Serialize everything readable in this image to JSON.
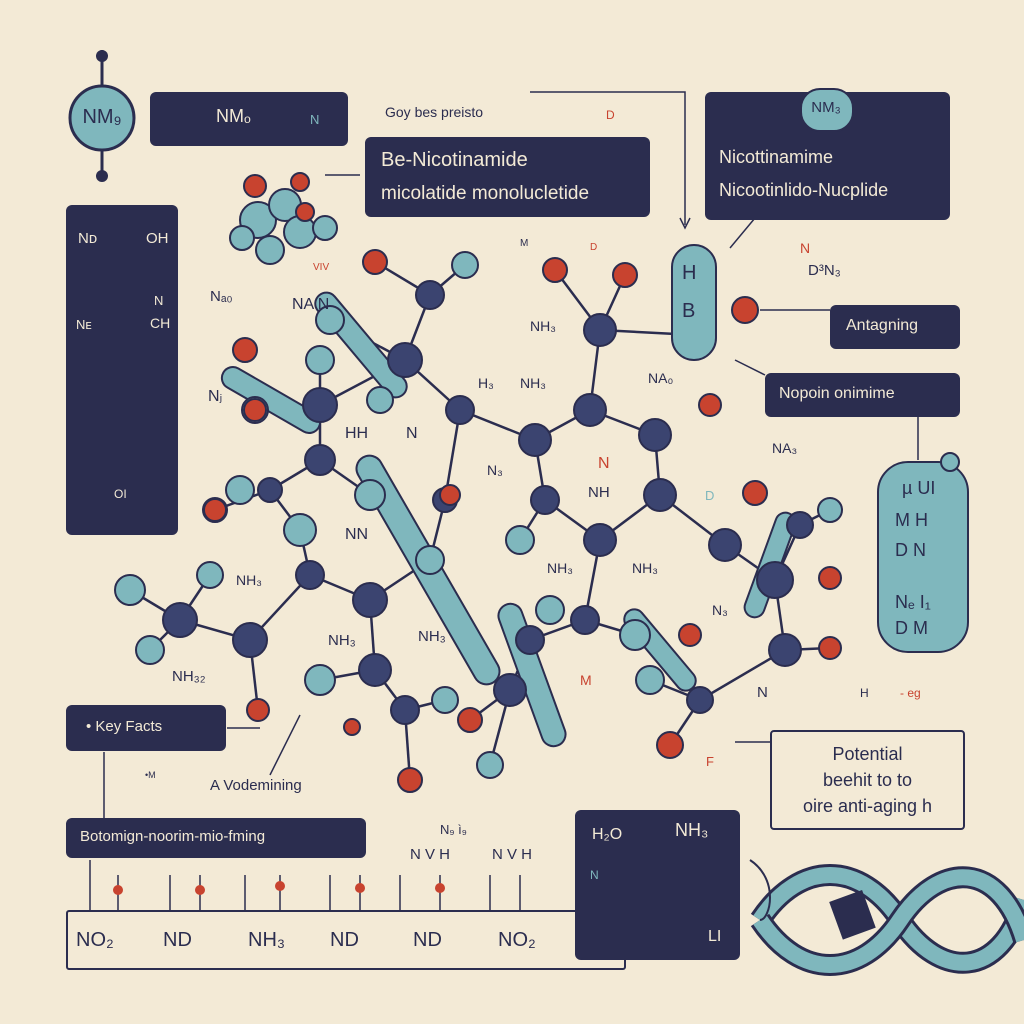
{
  "colors": {
    "background": "#f3ead6",
    "navy": "#2b2d4f",
    "teal_atom": "#7fb7bd",
    "red_atom": "#c8432f",
    "cream_text": "#f3ead6"
  },
  "top_left": {
    "circle_label": "NM₉",
    "box_label": "NMₒ",
    "small_n": "N"
  },
  "header": {
    "small_title": "Goy bes preisto",
    "small_d": "D"
  },
  "title_box": {
    "line1": "Be-Nicotinamide",
    "line2": "micolatide monolucletide"
  },
  "right_box": {
    "line1": "Nicottinamime",
    "line2": "Nicootinlido-Nucplide",
    "circle_label": "NM₃"
  },
  "left_structure_box": {
    "top_left": "Nᴅ",
    "top_right": "OH",
    "mid_right": "N",
    "left": "Nᴇ",
    "right": "CH",
    "bottom": "OI"
  },
  "side_labels": {
    "antagning": "Antagning",
    "nopoin": "Nopoin onimime",
    "key_facts": "• Key Facts",
    "a_vodemining": "A Vodemining",
    "potential_1": "Potential",
    "potential_2": "beehit to to",
    "potential_3": "oire anti-aging h",
    "botomign": "Botomign-noorim-mio-fming"
  },
  "pill": {
    "row1": "µ UI",
    "row2": "M H",
    "row3": "D N",
    "row4": "Nₑ I₁",
    "row5": "D M"
  },
  "bottom_bar": {
    "labels": [
      "NO₂",
      "ND",
      "NH₃",
      "ND",
      "ND",
      "NO₂"
    ]
  },
  "bottom_right_box": {
    "top_left": "H₂O",
    "top_right": "NH₃",
    "right": "LI"
  },
  "misc_labels": {
    "n_nu": "Nₐ₀",
    "nan": "NA N",
    "vv": "VIV",
    "m1": "M",
    "d_mid": "D",
    "nh3_a": "NH₃",
    "nh3_b": "NH₃",
    "h3": "H₃",
    "hh": "HH",
    "n_bar": "N",
    "nb": "N₃",
    "nj": "Nⱼ",
    "nh": "NH",
    "n_red": "N",
    "d_small": "D",
    "nn": "NN",
    "nh3_c": "NH₃",
    "nh3_d": "NH₃",
    "nh3_e": "NH₃",
    "nh3_f": "NH₃",
    "nh3_g": "NH₃",
    "nh3_left": "NH₃",
    "nh32": "NH₃₂",
    "n3_right": "N₃",
    "nao": "NA₀",
    "nag": "NA₃",
    "d3n3": "D³N₃",
    "nd_top": "N",
    "nv_h1": "N₉ ì₉",
    "nv_h2": "N V H",
    "nv_h3": "N V H",
    "n_right": "N",
    "h_right": "H",
    "eg": "- eg",
    "m_red": "M",
    "f_red": "F",
    "m_tiny": "•M",
    "n_tiny": "N",
    "h_pill": "H",
    "b_pill": "B"
  }
}
